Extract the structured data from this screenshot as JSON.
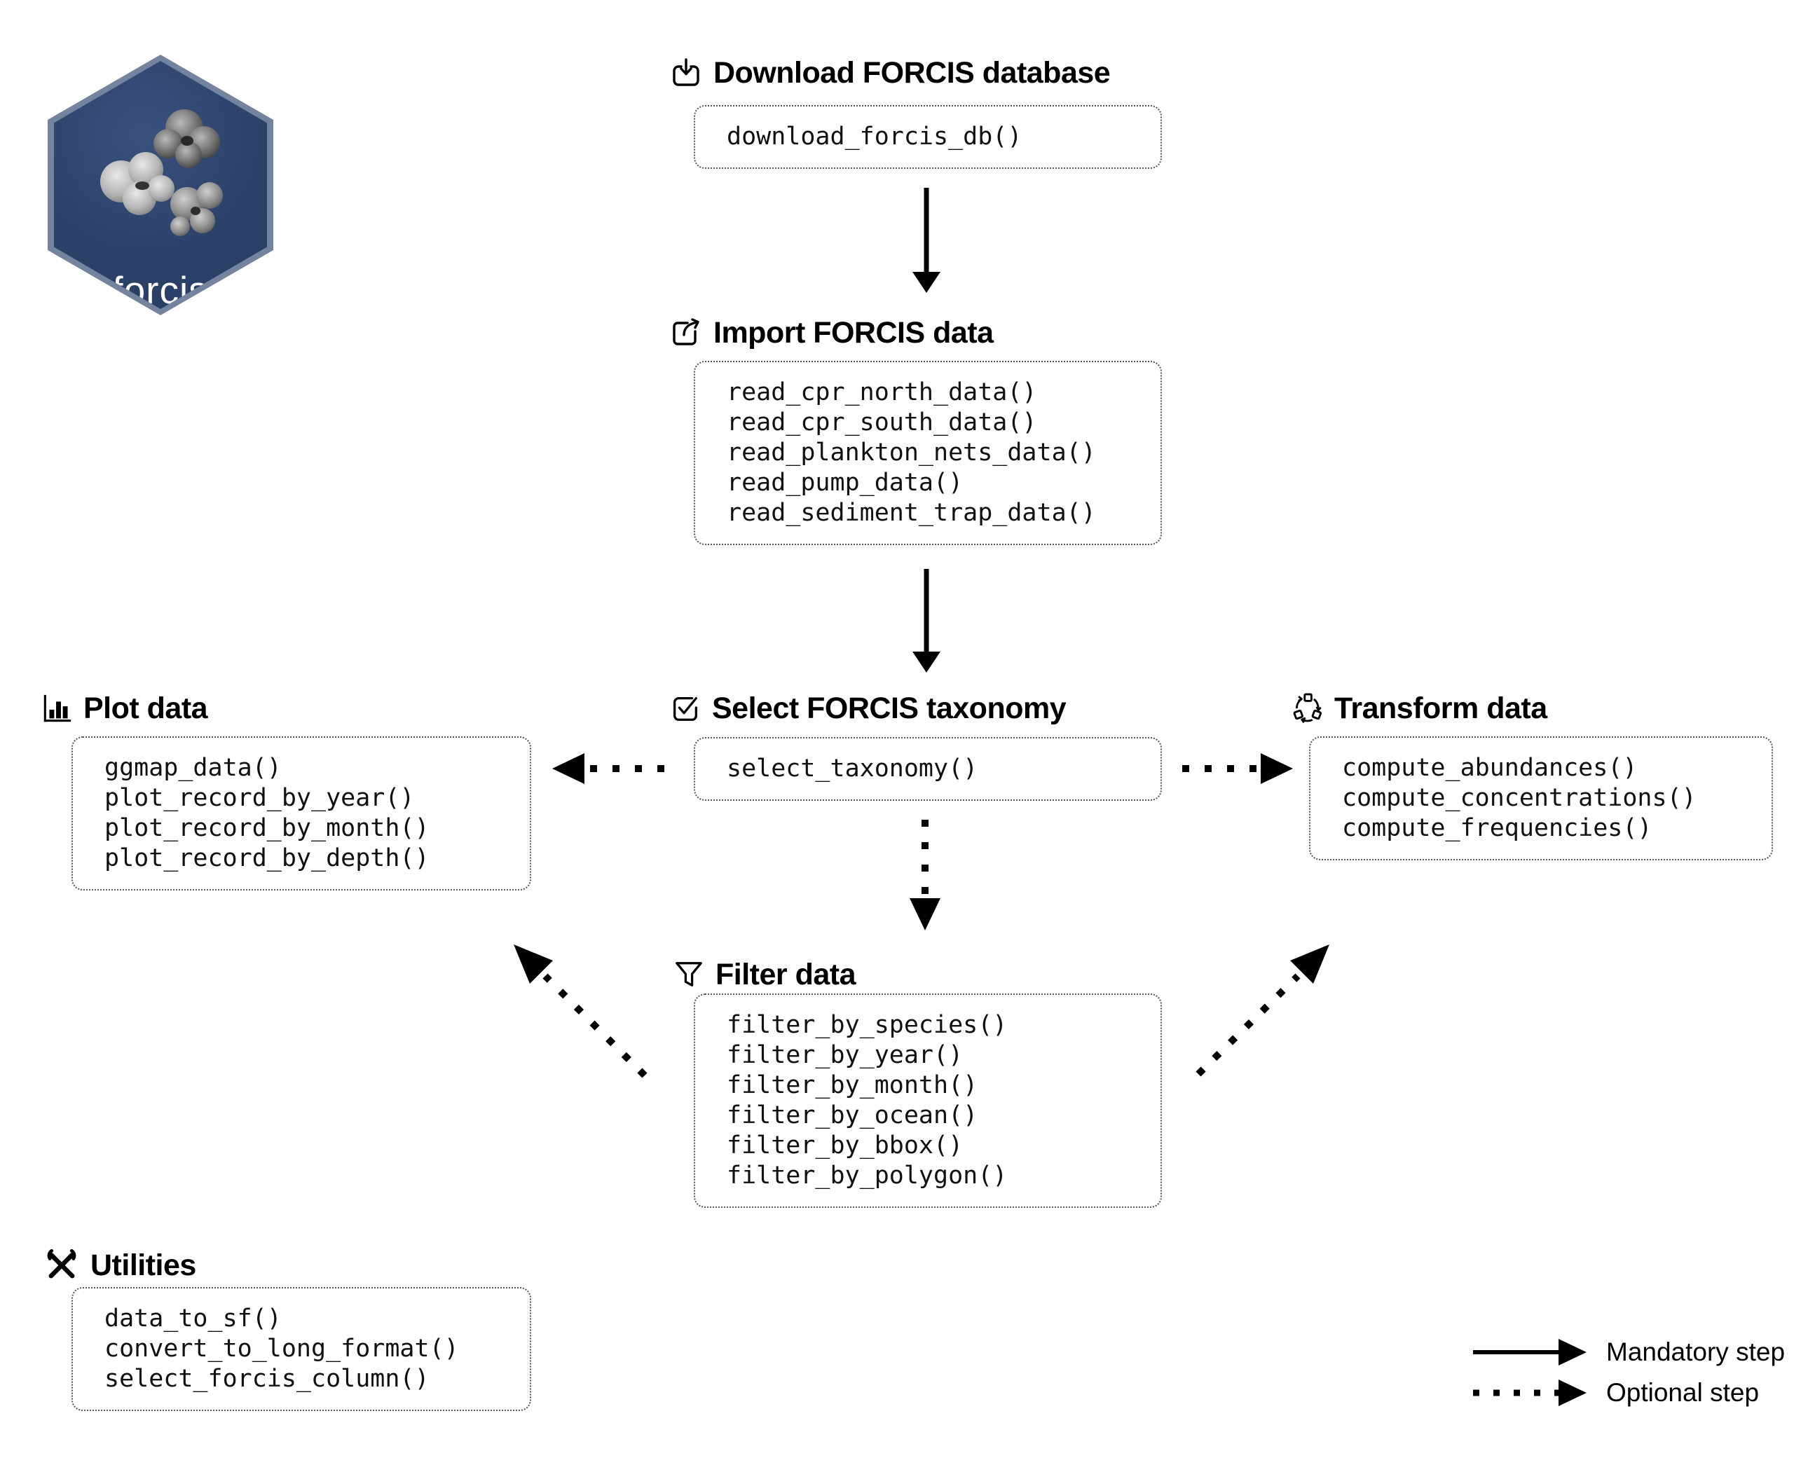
{
  "logo": {
    "name": "forcis",
    "url_text": "https://frbcesab.github.io/forcis",
    "fill_color": "#2c4269",
    "border_color": "#74849f",
    "icon": "hex-forcis-logo"
  },
  "sections": {
    "download": {
      "icon": "download-icon",
      "title": "Download FORCIS database",
      "functions": [
        "download_forcis_db()"
      ]
    },
    "import_data": {
      "icon": "export-icon",
      "title": "Import FORCIS data",
      "functions": [
        "read_cpr_north_data()",
        "read_cpr_south_data()",
        "read_plankton_nets_data()",
        "read_pump_data()",
        "read_sediment_trap_data()"
      ]
    },
    "taxonomy": {
      "icon": "checkbox-icon",
      "title": "Select FORCIS taxonomy",
      "functions": [
        "select_taxonomy()"
      ]
    },
    "plot": {
      "icon": "bar-chart-icon",
      "title": "Plot data",
      "functions": [
        "ggmap_data()",
        "plot_record_by_year()",
        "plot_record_by_month()",
        "plot_record_by_depth()"
      ]
    },
    "transform": {
      "icon": "cycle-icon",
      "title": "Transform data",
      "functions": [
        "compute_abundances()",
        "compute_concentrations()",
        "compute_frequencies()"
      ]
    },
    "filter": {
      "icon": "funnel-icon",
      "title": "Filter data",
      "functions": [
        "filter_by_species()",
        "filter_by_year()",
        "filter_by_month()",
        "filter_by_ocean()",
        "filter_by_bbox()",
        "filter_by_polygon()"
      ]
    },
    "utilities": {
      "icon": "tools-icon",
      "title": "Utilities",
      "functions": [
        "data_to_sf()",
        "convert_to_long_format()",
        "select_forcis_column()"
      ]
    }
  },
  "legend": {
    "mandatory_label": "Mandatory step",
    "optional_label": "Optional step"
  },
  "colors": {
    "arrow": "#000000",
    "box_border": "#555555",
    "code_text": "#111111",
    "background": "#ffffff"
  }
}
